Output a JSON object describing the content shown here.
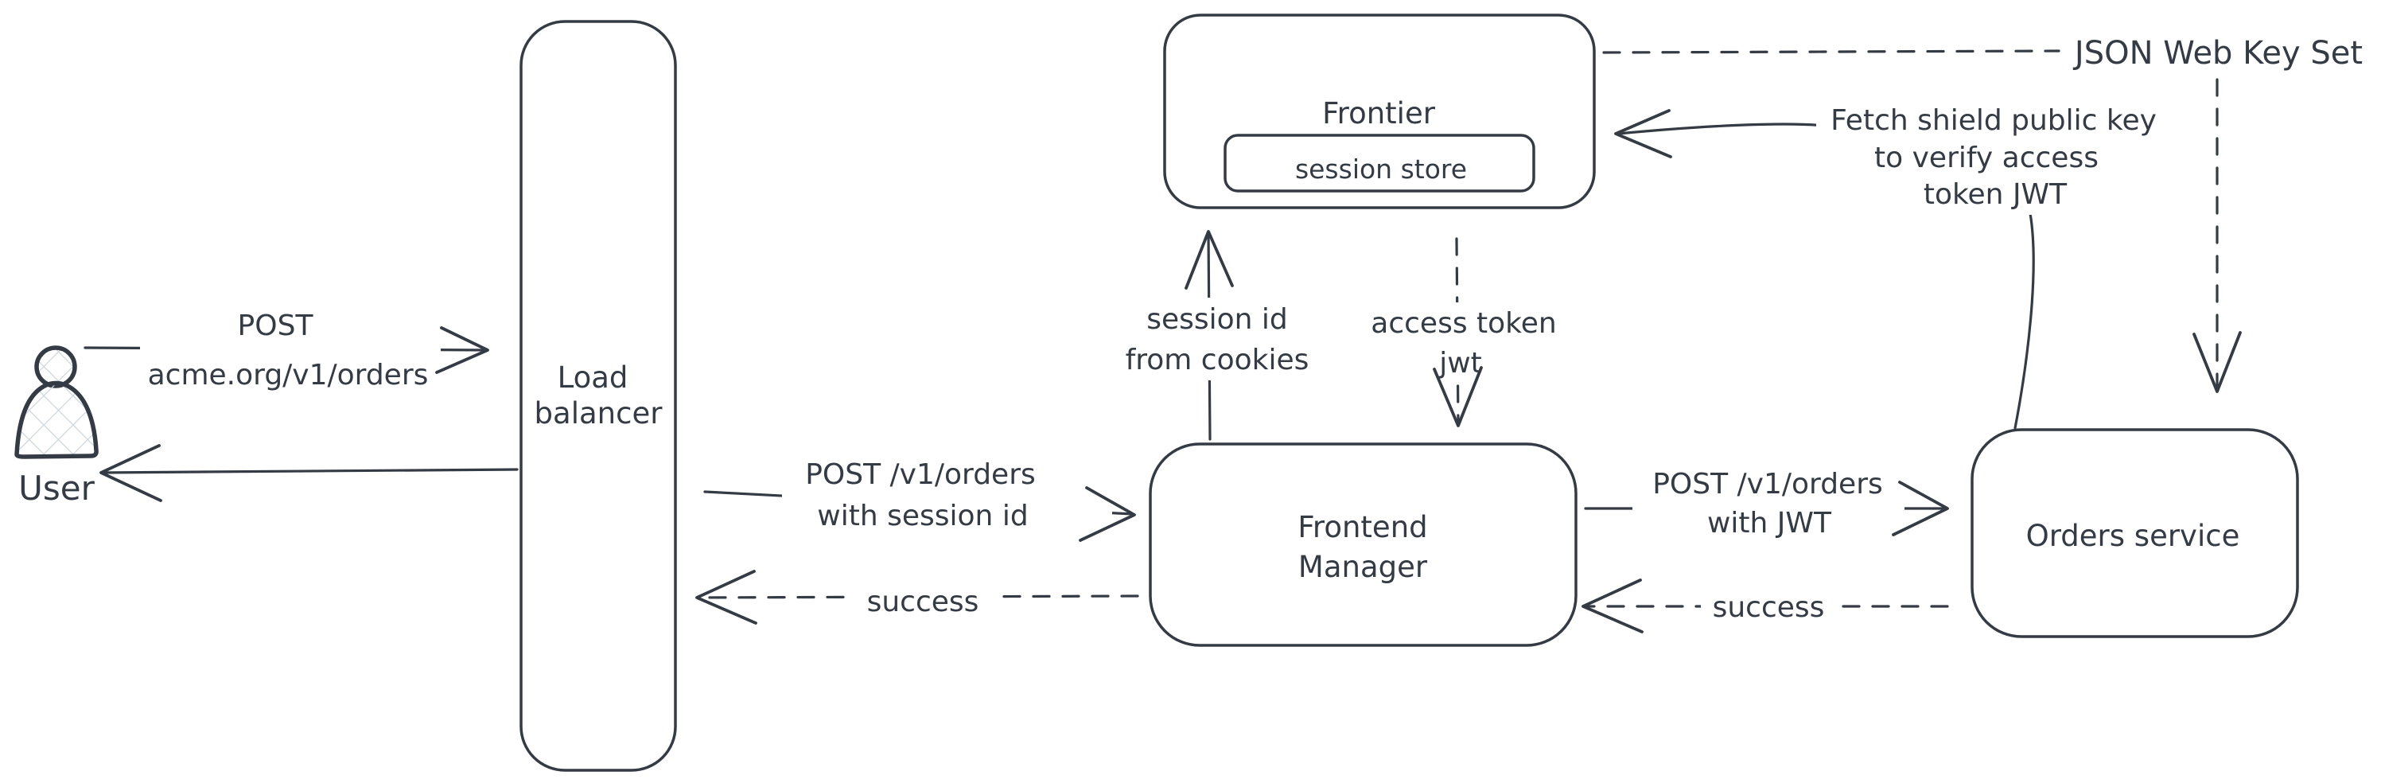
{
  "diagram": {
    "nodes": {
      "user": {
        "label": "User"
      },
      "load_balancer": {
        "line1": "Load",
        "line2": "balancer"
      },
      "frontier": {
        "label": "Frontier",
        "session_store": "session store"
      },
      "frontend_manager": {
        "line1": "Frontend",
        "line2": "Manager"
      },
      "orders_service": {
        "label": "Orders service"
      }
    },
    "edges": {
      "user_to_lb": {
        "line1": "POST",
        "line2": "acme.org/v1/orders"
      },
      "lb_to_fm": {
        "line1": "POST /v1/orders",
        "line2": "with session id"
      },
      "fm_to_lb_success": {
        "label": "success"
      },
      "fm_to_frontier_session": {
        "line1": "session id",
        "line2": "from cookies"
      },
      "frontier_to_fm_token": {
        "line1": "access token",
        "line2": "jwt"
      },
      "fm_to_orders": {
        "line1": "POST /v1/orders",
        "line2": "with JWT"
      },
      "orders_to_fm_success": {
        "label": "success"
      },
      "orders_to_frontier_fetch": {
        "line1": "Fetch shield public key",
        "line2": "to verify access",
        "line3": "token JWT"
      },
      "frontier_jwks": {
        "label": "JSON Web Key Set"
      }
    },
    "colors": {
      "ink": "#343b44",
      "hatch_fill": "#ccd6de",
      "background": "#ffffff"
    }
  }
}
